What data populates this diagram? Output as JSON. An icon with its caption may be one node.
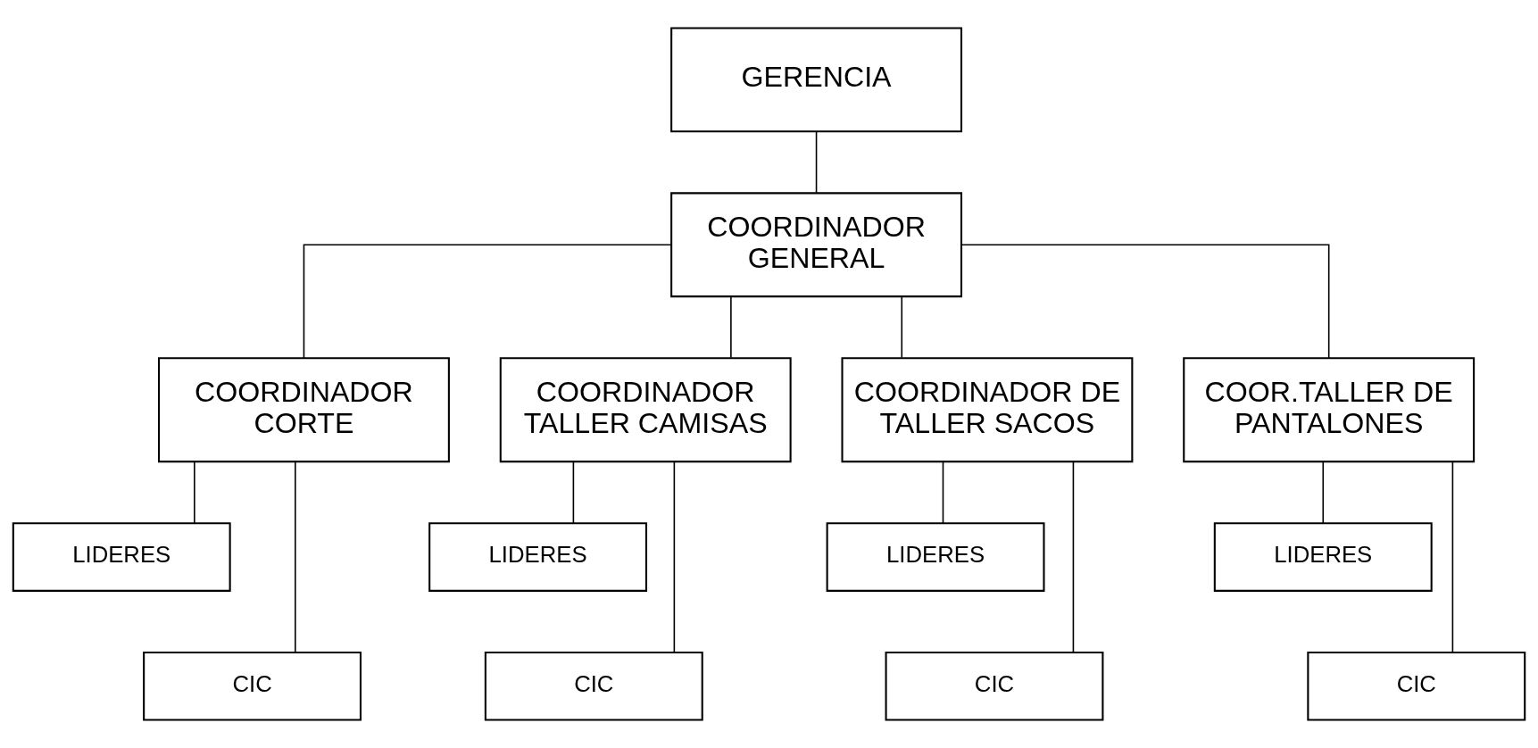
{
  "diagram": {
    "nodes": [
      {
        "text": [
          "GERENCIA"
        ]
      },
      {
        "text": [
          "COORDINADOR GENERAL"
        ]
      },
      {
        "text": [
          "COORDINADOR CORTE"
        ]
      },
      {
        "text": [
          "COORDINADOR TALLER CAMISAS"
        ]
      },
      {
        "text": [
          "COORDINADOR DE TALLER SACOS"
        ]
      },
      {
        "text": [
          "COOR.TALLER DE PANTALONES"
        ]
      },
      {
        "text": [
          "LIDERES"
        ]
      },
      {
        "text": [
          "LIDERES"
        ]
      },
      {
        "text": [
          "LIDERES"
        ]
      },
      {
        "text": [
          "LIDERES"
        ]
      },
      {
        "text": [
          "CIC"
        ]
      },
      {
        "text": [
          "CIC"
        ]
      },
      {
        "text": [
          "CIC"
        ]
      },
      {
        "text": [
          "CIC"
        ]
      }
    ],
    "edges": [
      {
        "from": 0,
        "to": 1,
        "arrow": "none"
      },
      {
        "from": 1,
        "to": 2,
        "arrow": "none"
      },
      {
        "from": 1,
        "to": 3,
        "arrow": "none"
      },
      {
        "from": 1,
        "to": 4,
        "arrow": "none"
      },
      {
        "from": 1,
        "to": 5,
        "arrow": "none"
      },
      {
        "from": 2,
        "to": 6,
        "arrow": "none"
      },
      {
        "from": 2,
        "to": 10,
        "arrow": "none"
      },
      {
        "from": 3,
        "to": 7,
        "arrow": "none"
      },
      {
        "from": 3,
        "to": 11,
        "arrow": "none"
      },
      {
        "from": 4,
        "to": 8,
        "arrow": "none"
      },
      {
        "from": 4,
        "to": 12,
        "arrow": "none"
      },
      {
        "from": 5,
        "to": 9,
        "arrow": "none"
      },
      {
        "from": 5,
        "to": 13,
        "arrow": "none"
      }
    ]
  }
}
